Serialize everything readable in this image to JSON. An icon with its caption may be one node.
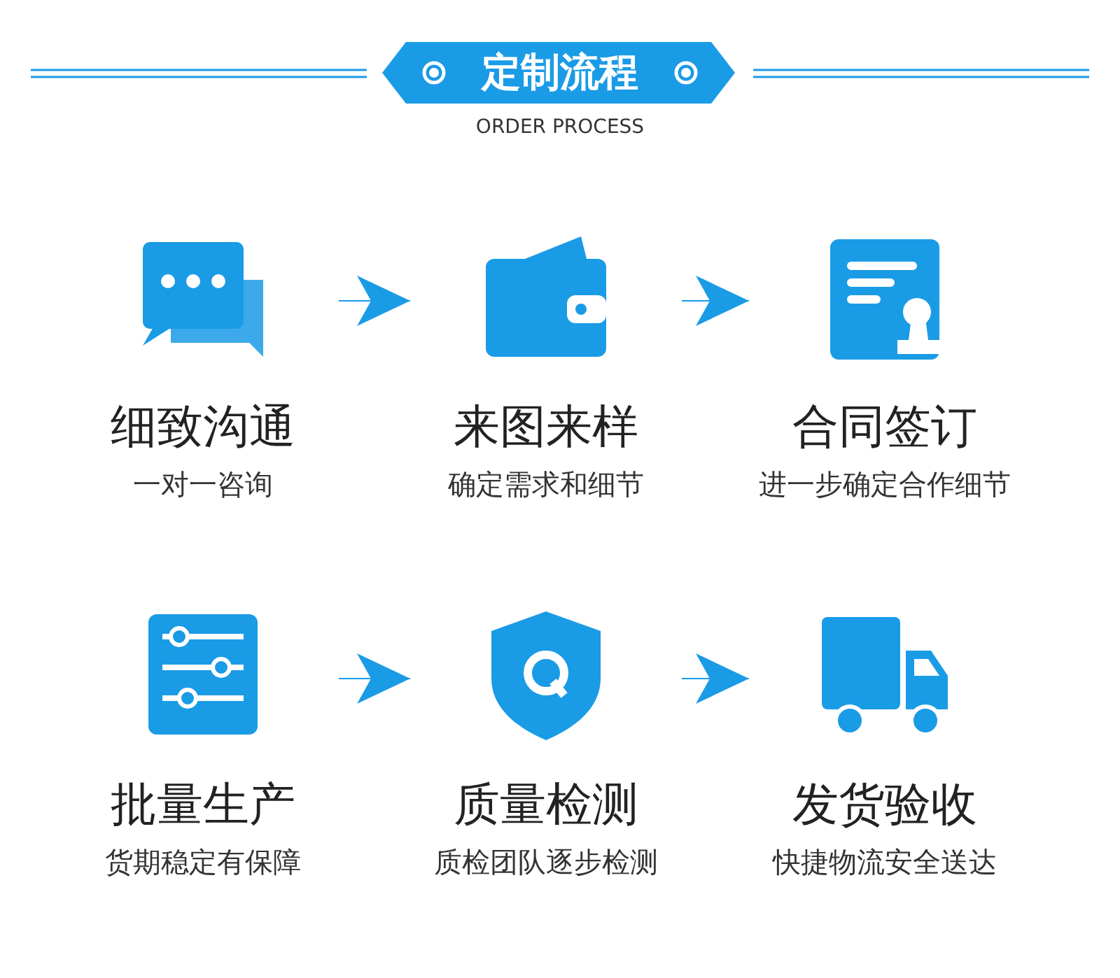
{
  "diagram": {
    "title": "定制流程",
    "nodes": [
      {
        "text": [
          "细致沟通",
          "一对一咨询"
        ]
      },
      {
        "text": [
          "来图来样",
          "确定需求和细节"
        ]
      },
      {
        "text": [
          "合同签订",
          "进一步确定合作细节"
        ]
      },
      {
        "text": [
          "批量生产",
          "货期稳定有保障"
        ]
      },
      {
        "text": [
          "质量检测",
          "质检团队逐步检测"
        ]
      },
      {
        "text": [
          "发货验收",
          "快捷物流安全送达"
        ]
      }
    ],
    "edges": [
      {
        "from": 0,
        "to": 1,
        "arrow": "to"
      },
      {
        "from": 1,
        "to": 2,
        "arrow": "to"
      },
      {
        "from": 3,
        "to": 4,
        "arrow": "to"
      },
      {
        "from": 4,
        "to": 5,
        "arrow": "to"
      }
    ],
    "labels": [
      "ORDER PROCESS"
    ]
  }
}
